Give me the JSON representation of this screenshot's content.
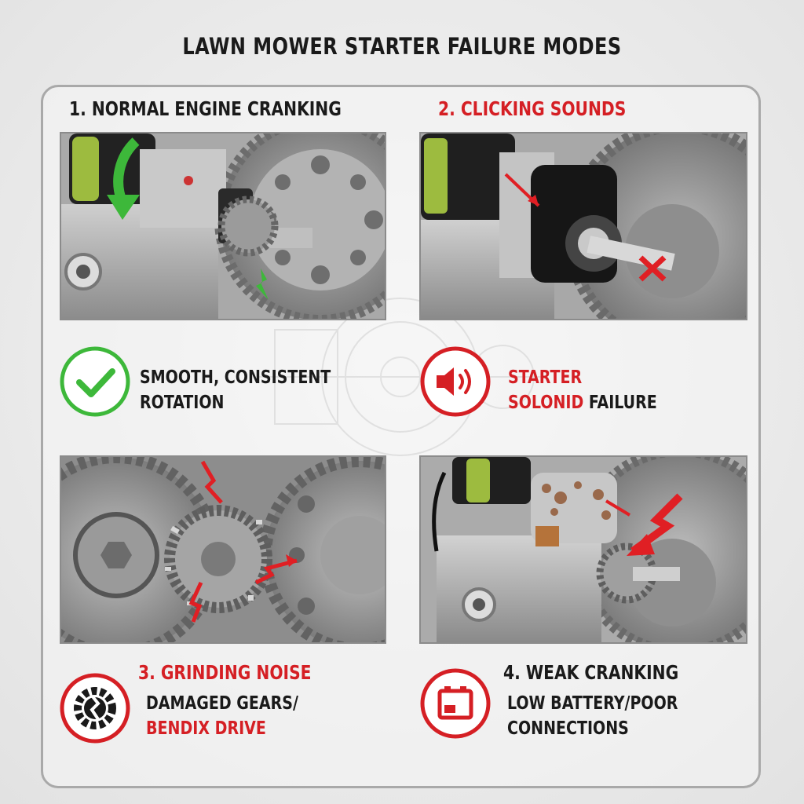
{
  "title": "LAWN MOWER STARTER FAILURE MODES",
  "panels": [
    {
      "heading": "1. NORMAL ENGINE CRANKING",
      "status_icon": "checkmark-icon",
      "desc_line1": "SMOOTH, CONSISTENT",
      "desc_line2": "ROTATION"
    },
    {
      "heading": "2. CLICKING SOUNDS",
      "status_icon": "speaker-sound-icon",
      "desc_line1": "STARTER",
      "desc_line2a": "SOLONID",
      "desc_line2b": " FAILURE"
    },
    {
      "heading": "3. GRINDING NOISE",
      "status_icon": "broken-gear-icon",
      "desc_line1": "DAMAGED GEARS/",
      "desc_line2": "BENDIX DRIVE"
    },
    {
      "heading": "4. WEAK CRANKING",
      "status_icon": "battery-icon",
      "desc_line1": "LOW BATTERY/POOR",
      "desc_line2": "CONNECTIONS"
    }
  ],
  "colors": {
    "accent_red": "#d51f24",
    "ok_green": "#3db83a",
    "frame_gray": "#a9a9a9"
  }
}
